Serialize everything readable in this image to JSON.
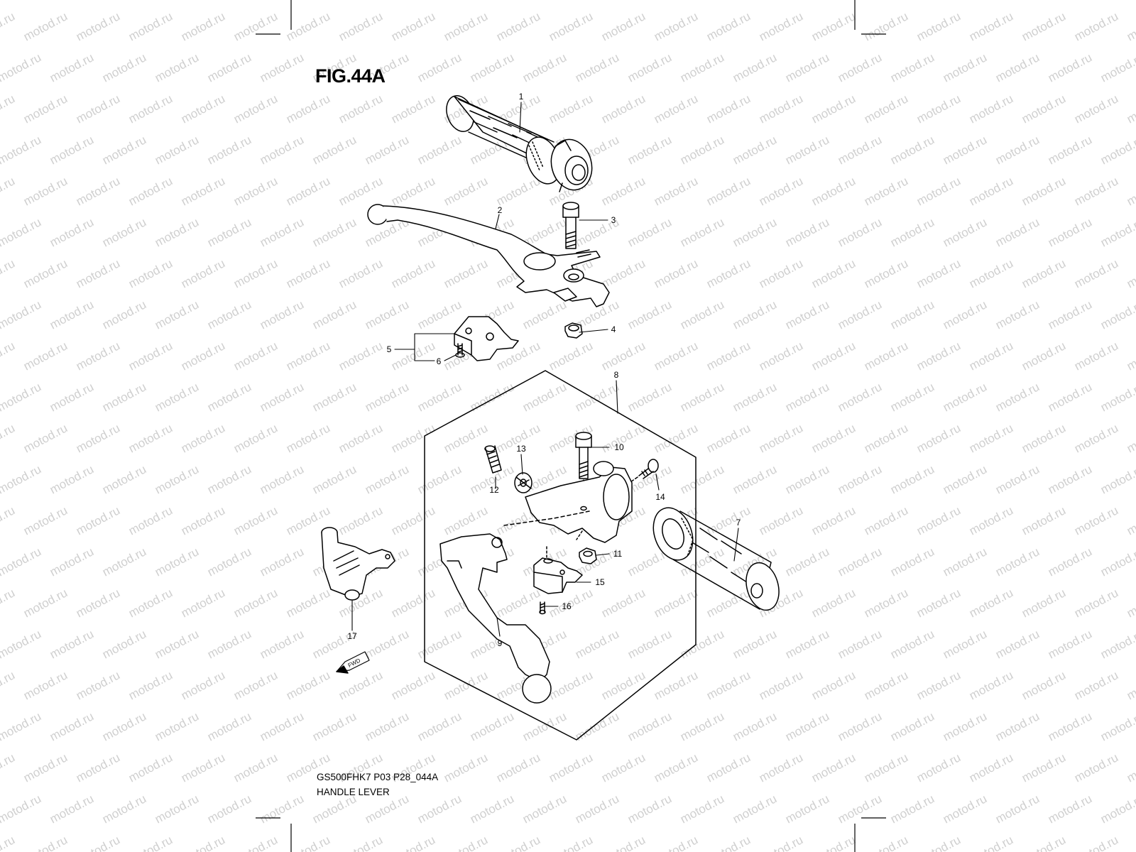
{
  "figure": {
    "title": "FIG.44A",
    "code": "GS500FHK7 P03 P28_044A",
    "name": "HANDLE LEVER"
  },
  "watermark": {
    "text": "motod.ru"
  },
  "callouts": [
    "1",
    "2",
    "3",
    "4",
    "5",
    "6",
    "8",
    "10",
    "13",
    "12",
    "14",
    "7",
    "11",
    "15",
    "16",
    "9",
    "17"
  ],
  "fwd_label": "FWD",
  "colors": {
    "line": "#000000",
    "watermark": "#cfcfcf",
    "background": "#ffffff"
  }
}
